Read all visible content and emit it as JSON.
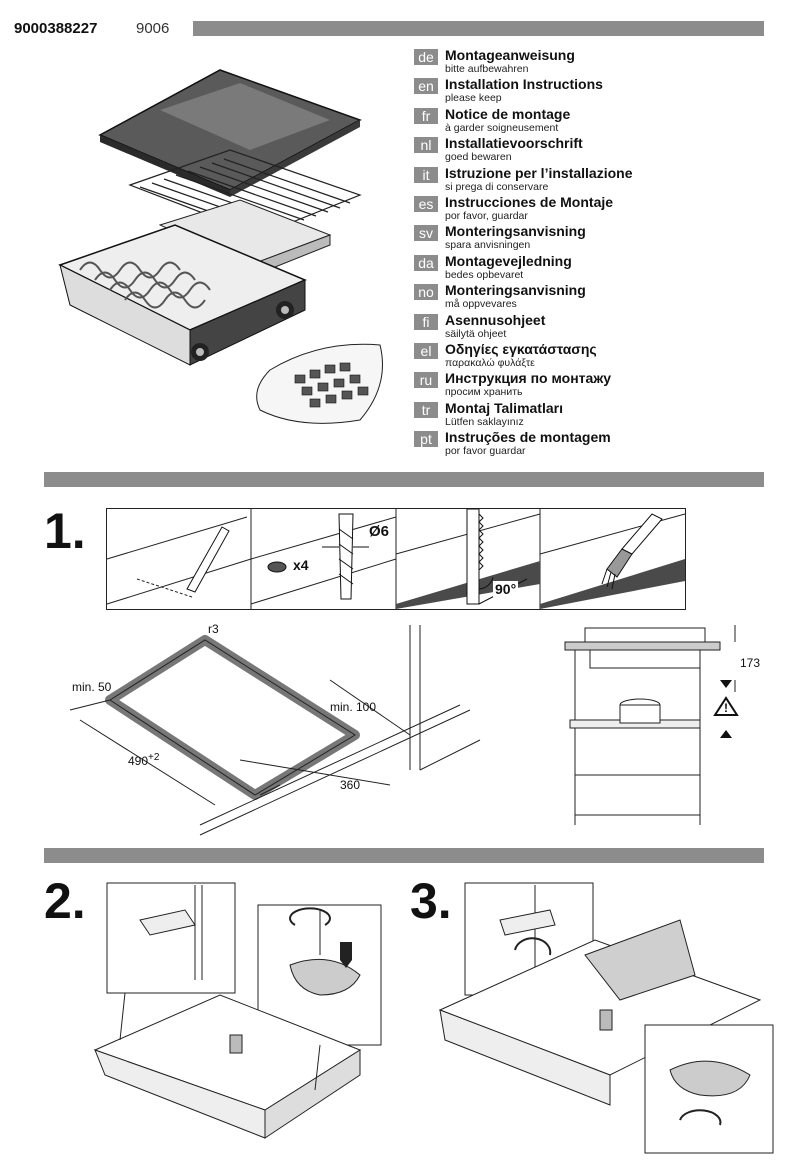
{
  "header": {
    "doc_number": "9000388227",
    "doc_code": "9006"
  },
  "languages": [
    {
      "code": "de",
      "title": "Montageanweisung",
      "subtitle": "bitte aufbewahren"
    },
    {
      "code": "en",
      "title": "Installation Instructions",
      "subtitle": "please keep"
    },
    {
      "code": "fr",
      "title": "Notice de montage",
      "subtitle": "à garder soigneusement"
    },
    {
      "code": "nl",
      "title": "Installatievoorschrift",
      "subtitle": "goed bewaren"
    },
    {
      "code": "it",
      "title": "Istruzione per l’installazione",
      "subtitle": "si prega di conservare"
    },
    {
      "code": "es",
      "title": "Instrucciones de Montaje",
      "subtitle": "por favor, guardar"
    },
    {
      "code": "sv",
      "title": "Monteringsanvisning",
      "subtitle": "spara anvisningen"
    },
    {
      "code": "da",
      "title": "Montagevejledning",
      "subtitle": "bedes opbevaret"
    },
    {
      "code": "no",
      "title": "Monteringsanvisning",
      "subtitle": "må oppvevares"
    },
    {
      "code": "fi",
      "title": "Asennusohjeet",
      "subtitle": "säilytä ohjeet"
    },
    {
      "code": "el",
      "title": "Οδηγίες εγκατάστασης",
      "subtitle": "παρακαλώ φυλάξτε"
    },
    {
      "code": "ru",
      "title": "Инструкция по монтажу",
      "subtitle": "просим хранить"
    },
    {
      "code": "tr",
      "title": "Montaj Talimatları",
      "subtitle": "Lütfen saklayınız"
    },
    {
      "code": "pt",
      "title": "Instruções de montagem",
      "subtitle": "por favor guardar"
    }
  ],
  "steps": {
    "one": "1.",
    "two": "2.",
    "three": "3."
  },
  "step1_panels": {
    "count_label": "x4",
    "drill_label": "Ø6",
    "angle_label": "90°"
  },
  "dimensions": {
    "radius": "r3",
    "min_left": "min. 50",
    "min_back": "min. 100",
    "width": "490",
    "width_tolerance": "+2",
    "depth": "360",
    "clearance": "173"
  },
  "colors": {
    "bar": "#8c8c8c",
    "dark_grey": "#4a4a4a",
    "light_grey": "#cfcfcf"
  }
}
